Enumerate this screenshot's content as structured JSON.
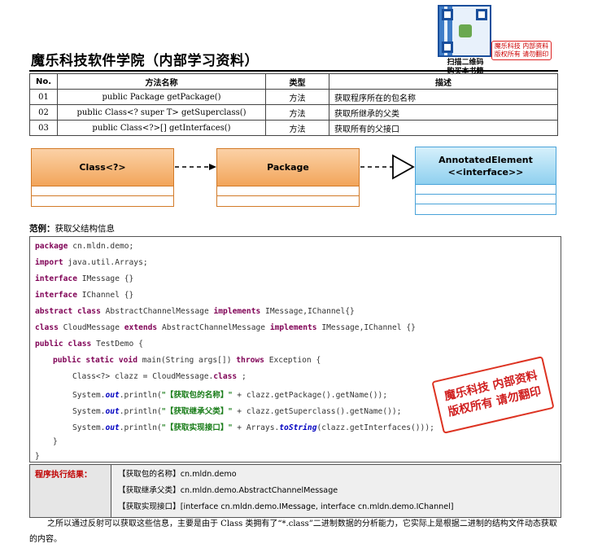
{
  "header": {
    "title": "魔乐科技软件学院（内部学习资料）",
    "qr_caption_line1": "扫描二维码",
    "qr_caption_line2": "购买本书籍",
    "stamp_small_line1": "魔乐科技 内部资料",
    "stamp_small_line2": "版权所有 请勿翻印"
  },
  "methods_table": {
    "headers": {
      "no": "No.",
      "name": "方法名称",
      "type": "类型",
      "desc": "描述"
    },
    "rows": [
      {
        "no": "01",
        "name": "public Package getPackage()",
        "type": "方法",
        "desc": "获取程序所在的包名称"
      },
      {
        "no": "02",
        "name": "public Class<? super T> getSuperclass()",
        "type": "方法",
        "desc": "获取所继承的父类"
      },
      {
        "no": "03",
        "name": "public Class<?>[] getInterfaces()",
        "type": "方法",
        "desc": "获取所有的父接口"
      }
    ]
  },
  "uml": {
    "class_box": "Class<?>",
    "package_box": "Package",
    "annotated_line1": "AnnotatedElement",
    "annotated_line2": "<<interface>>",
    "colors": {
      "orange_border": "#d27a28",
      "blue_border": "#4aa3d9"
    }
  },
  "example": {
    "label": "范例：",
    "text": "获取父结构信息"
  },
  "code": {
    "l01_kw": "package",
    "l01_rest": " cn.mldn.demo;",
    "l02_kw": "import",
    "l02_rest": " java.util.Arrays;",
    "l03_kw": "interface",
    "l03_rest": " IMessage {}",
    "l04_kw": "interface",
    "l04_rest": " IChannel {}",
    "l05_kw1": "abstract class",
    "l05_mid": " AbstractChannelMessage ",
    "l05_kw2": "implements",
    "l05_rest": " IMessage,IChannel{}",
    "l06_kw1": "class",
    "l06_mid": " CloudMessage ",
    "l06_kw2": "extends",
    "l06_mid2": " AbstractChannelMessage ",
    "l06_kw3": "implements",
    "l06_rest": " IMessage,IChannel {}",
    "l07_kw": "public class",
    "l07_rest": " TestDemo {",
    "l08_kw1": "public static void",
    "l08_mid": " main(String args[]) ",
    "l08_kw2": "throws",
    "l08_rest": " Exception {",
    "l09_a": "Class<?> clazz = CloudMessage.",
    "l09_kw": "class",
    "l09_rest": " ;",
    "l10_a": "System.",
    "l10_out": "out",
    "l10_b": ".println(",
    "l10_str": "\"【获取包的名称】\"",
    "l10_c": " + clazz.getPackage().getName());",
    "l11_a": "System.",
    "l11_out": "out",
    "l11_b": ".println(",
    "l11_str": "\"【获取继承父类】\"",
    "l11_c": " + clazz.getSuperclass().getName());",
    "l12_a": "System.",
    "l12_out": "out",
    "l12_b": ".println(",
    "l12_str": "\"【获取实现接口】\"",
    "l12_c": " + Arrays.",
    "l12_m": "toString",
    "l12_d": "(clazz.getInterfaces()));",
    "l13": "}",
    "l14": "}"
  },
  "stamp_big": {
    "line1": "魔乐科技 内部资料",
    "line2": "版权所有 请勿翻印"
  },
  "result": {
    "label": "程序执行结果：",
    "lines": [
      "【获取包的名称】cn.mldn.demo",
      "【获取继承父类】cn.mldn.demo.AbstractChannelMessage",
      "【获取实现接口】[interface cn.mldn.demo.IMessage, interface cn.mldn.demo.IChannel]"
    ]
  },
  "paragraph": "之所以通过反射可以获取这些信息，主要是由于 Class 类拥有了“*.class”二进制数据的分析能力，它实际上是根据二进制的结构文件动态获取的内容。"
}
